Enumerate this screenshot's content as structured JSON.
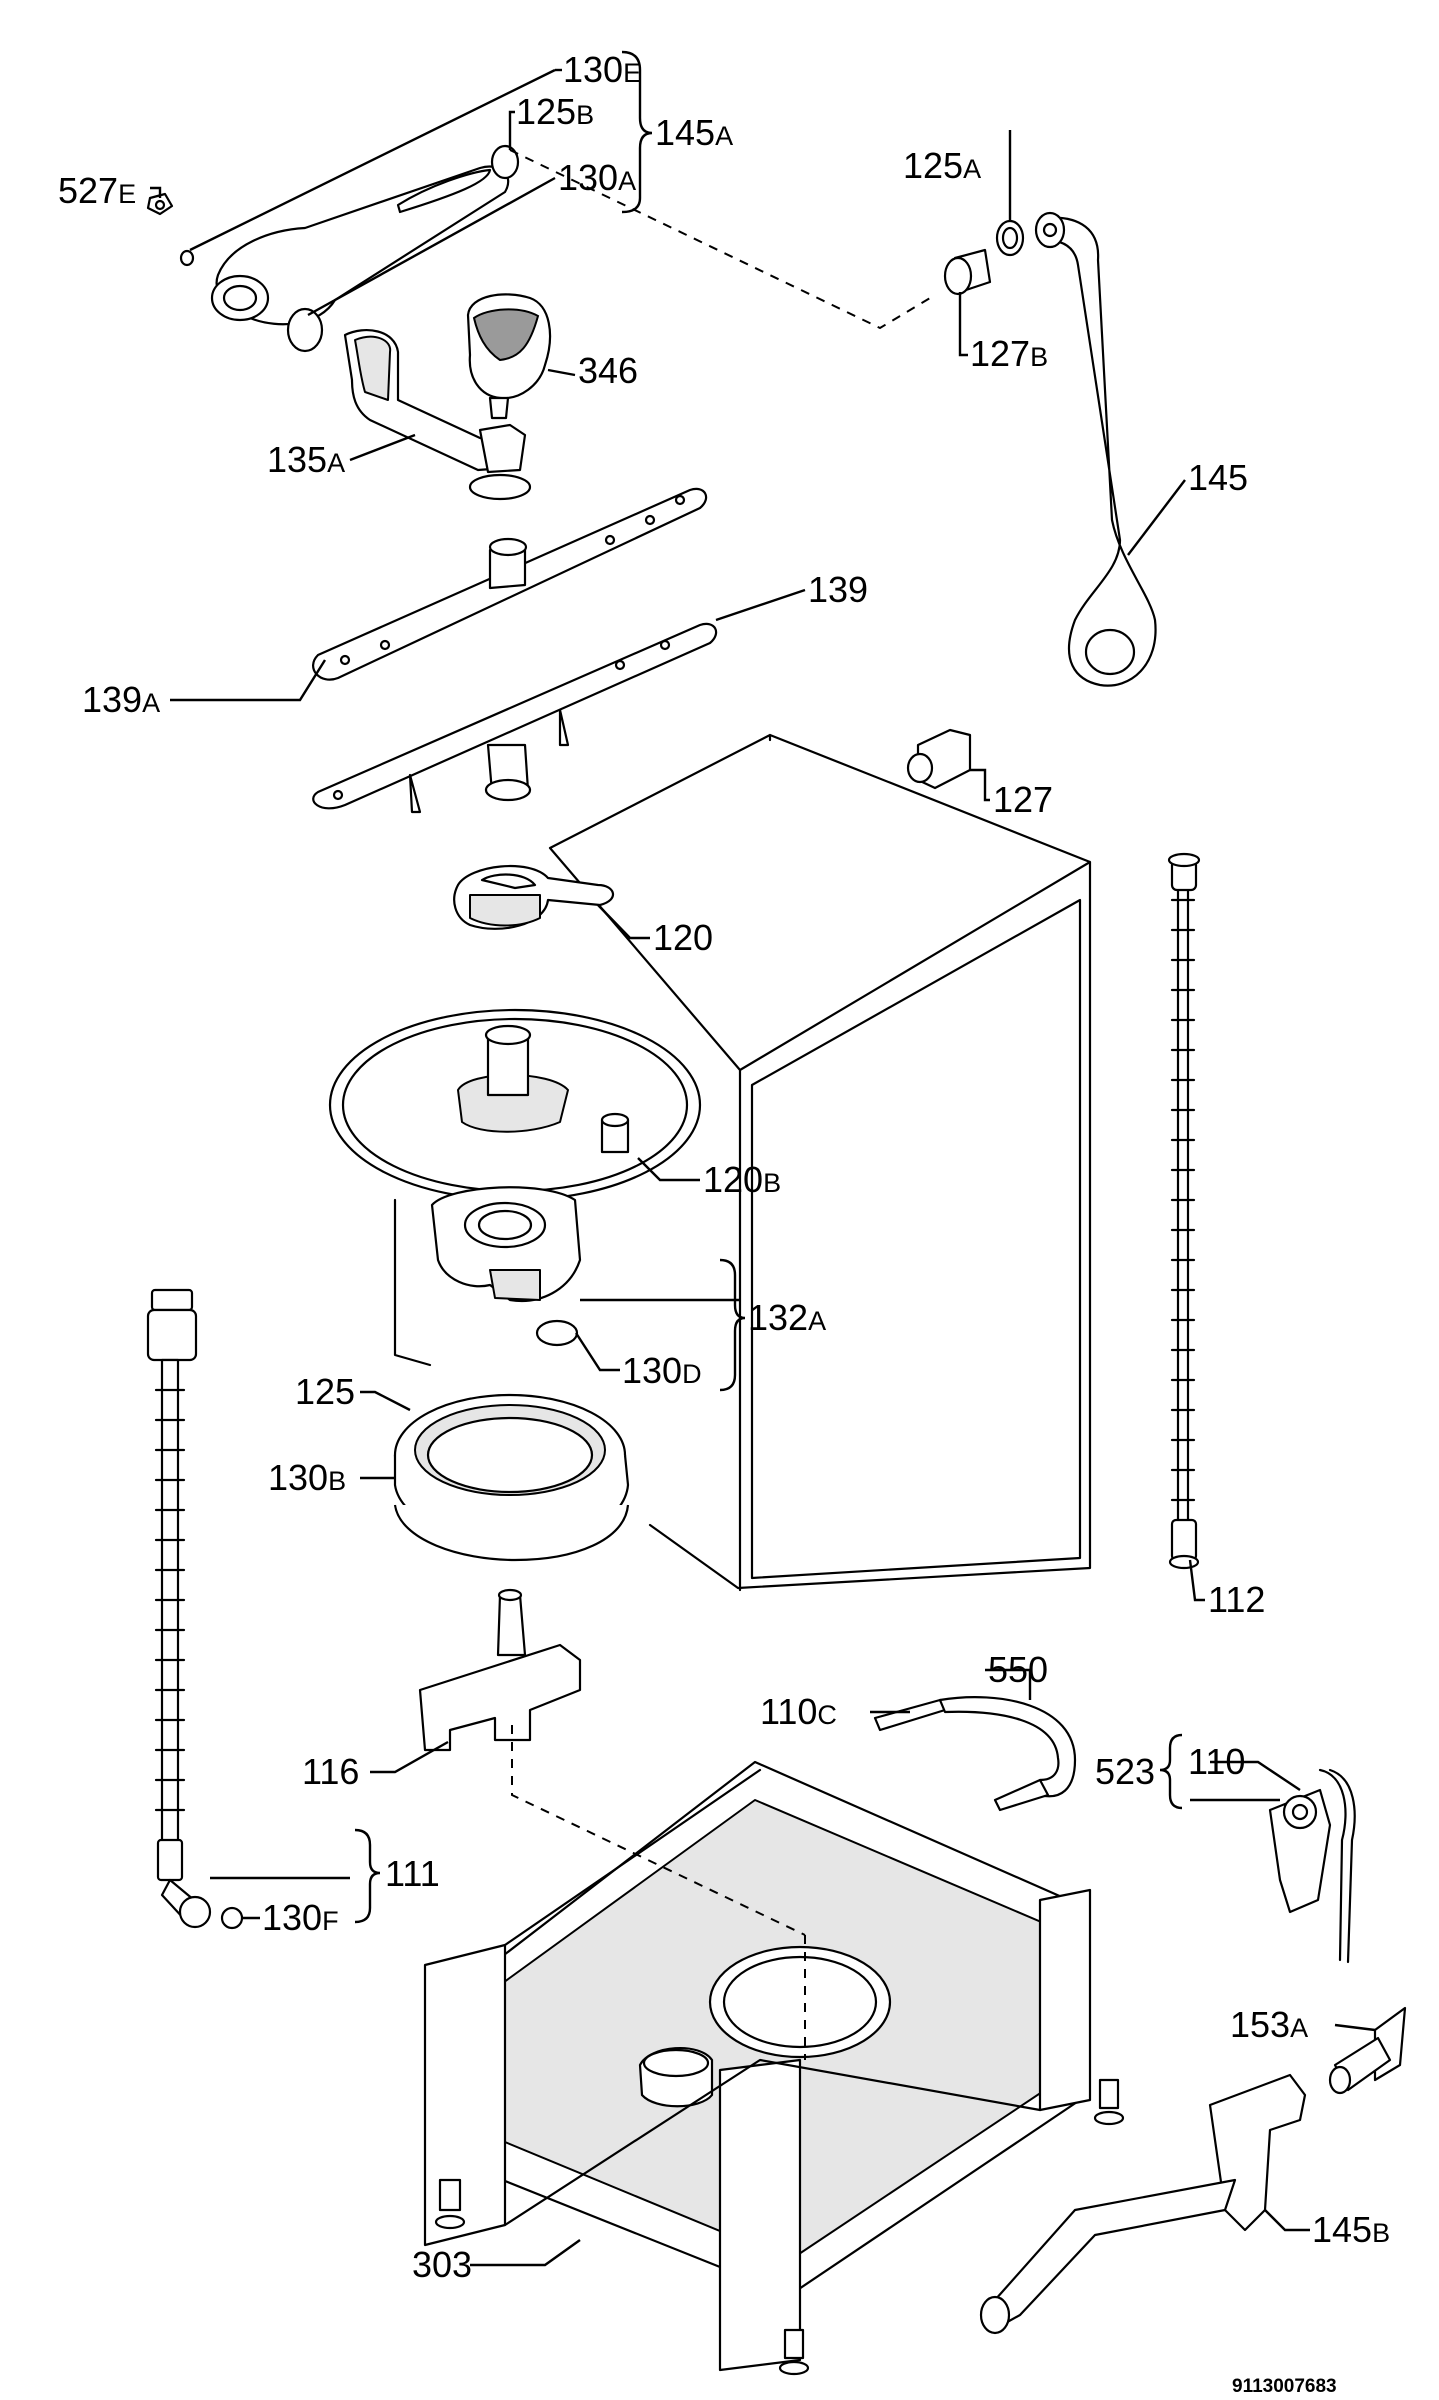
{
  "diagram": {
    "drawing_number": "9113007683",
    "parts": {
      "p130E": {
        "num": "130",
        "sfx": "E"
      },
      "p125B": {
        "num": "125",
        "sfx": "B"
      },
      "p145A": {
        "num": "145",
        "sfx": "A"
      },
      "p130A": {
        "num": "130",
        "sfx": "A"
      },
      "p527E": {
        "num": "527",
        "sfx": "E"
      },
      "p125A": {
        "num": "125",
        "sfx": "A"
      },
      "p127B": {
        "num": "127",
        "sfx": "B"
      },
      "p346": {
        "num": "346",
        "sfx": ""
      },
      "p135A": {
        "num": "135",
        "sfx": "A"
      },
      "p145": {
        "num": "145",
        "sfx": ""
      },
      "p139": {
        "num": "139",
        "sfx": ""
      },
      "p139A": {
        "num": "139",
        "sfx": "A"
      },
      "p127": {
        "num": "127",
        "sfx": ""
      },
      "p120": {
        "num": "120",
        "sfx": ""
      },
      "p120B": {
        "num": "120",
        "sfx": "B"
      },
      "p132A": {
        "num": "132",
        "sfx": "A"
      },
      "p130D": {
        "num": "130",
        "sfx": "D"
      },
      "p125": {
        "num": "125",
        "sfx": ""
      },
      "p130B": {
        "num": "130",
        "sfx": "B"
      },
      "p112": {
        "num": "112",
        "sfx": ""
      },
      "p550": {
        "num": "550",
        "sfx": ""
      },
      "p110C": {
        "num": "110",
        "sfx": "C"
      },
      "p116": {
        "num": "116",
        "sfx": ""
      },
      "p523": {
        "num": "523",
        "sfx": ""
      },
      "p110": {
        "num": "110",
        "sfx": ""
      },
      "p111": {
        "num": "111",
        "sfx": ""
      },
      "p130F": {
        "num": "130",
        "sfx": "F"
      },
      "p153A": {
        "num": "153",
        "sfx": "A"
      },
      "p303": {
        "num": "303",
        "sfx": ""
      },
      "p145B": {
        "num": "145",
        "sfx": "B"
      }
    }
  }
}
